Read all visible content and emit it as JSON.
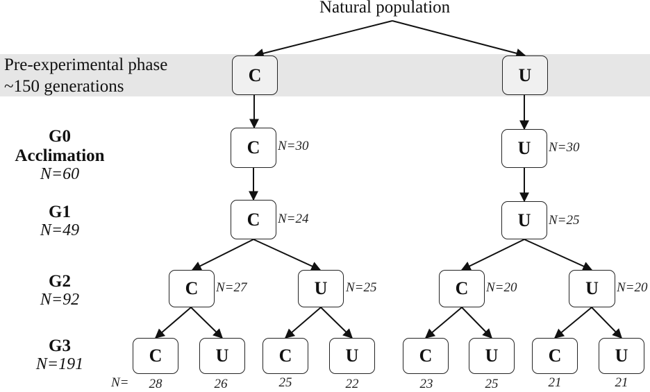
{
  "title": "Natural population",
  "phase": {
    "line1": "Pre-experimental phase",
    "line2": "~150 generations"
  },
  "generations": [
    {
      "name": "G0",
      "sub": "Acclimation",
      "n": "N=60"
    },
    {
      "name": "G1",
      "n": "N=49"
    },
    {
      "name": "G2",
      "n": "N=92"
    },
    {
      "name": "G3",
      "n": "N=191"
    }
  ],
  "nodes": {
    "phase": [
      {
        "label": "C"
      },
      {
        "label": "U"
      }
    ],
    "g0": [
      {
        "label": "C",
        "n": "N=30"
      },
      {
        "label": "U",
        "n": "N=30"
      }
    ],
    "g1": [
      {
        "label": "C",
        "n": "N=24"
      },
      {
        "label": "U",
        "n": "N=25"
      }
    ],
    "g2": [
      {
        "label": "C",
        "n": "N=27"
      },
      {
        "label": "U",
        "n": "N=25"
      },
      {
        "label": "C",
        "n": "N=20"
      },
      {
        "label": "U",
        "n": "N=20"
      }
    ],
    "g3": [
      {
        "label": "C",
        "count": "28"
      },
      {
        "label": "U",
        "count": "26"
      },
      {
        "label": "C",
        "count": "25"
      },
      {
        "label": "U",
        "count": "22"
      },
      {
        "label": "C",
        "count": "23"
      },
      {
        "label": "U",
        "count": "25"
      },
      {
        "label": "C",
        "count": "21"
      },
      {
        "label": "U",
        "count": "21"
      }
    ],
    "g3_prefix": "N="
  }
}
